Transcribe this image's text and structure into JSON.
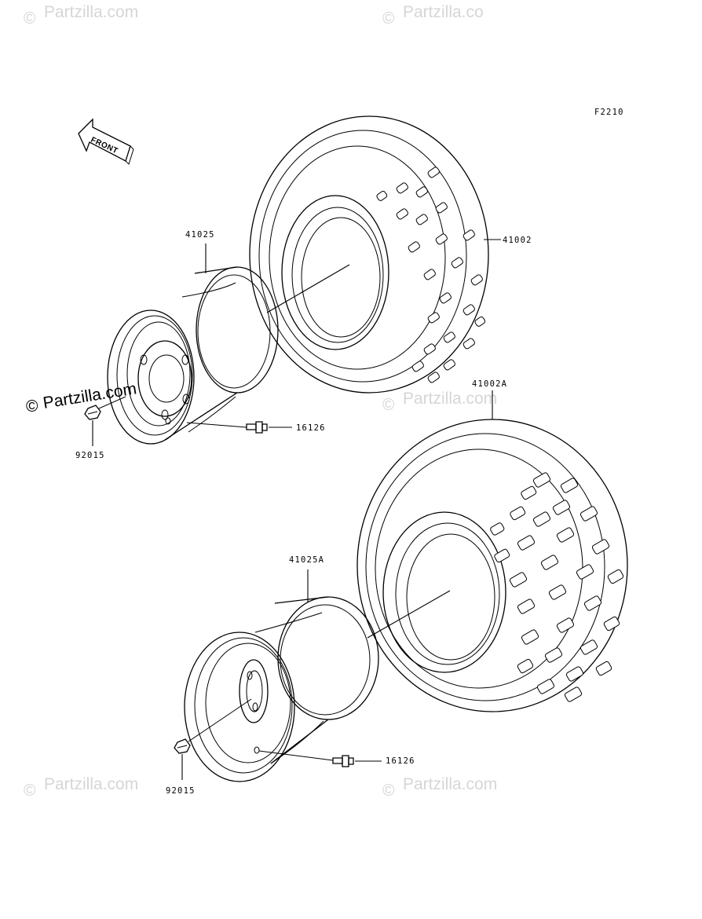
{
  "figure_code": "F2210",
  "front_arrow_label": "FRONT",
  "parts": {
    "front_tire": "41002",
    "rear_tire": "41002A",
    "front_rim": "41025",
    "rear_rim": "41025A",
    "front_valve": "16126",
    "rear_valve": "16126",
    "front_nut": "92015",
    "rear_nut": "92015"
  },
  "watermarks": {
    "copyright_symbol": "©",
    "brand": "Partzilla.com",
    "brand_short": "Partzilla.co"
  },
  "colors": {
    "line": "#000000",
    "watermark": "#d6d6d6",
    "background": "#ffffff"
  }
}
